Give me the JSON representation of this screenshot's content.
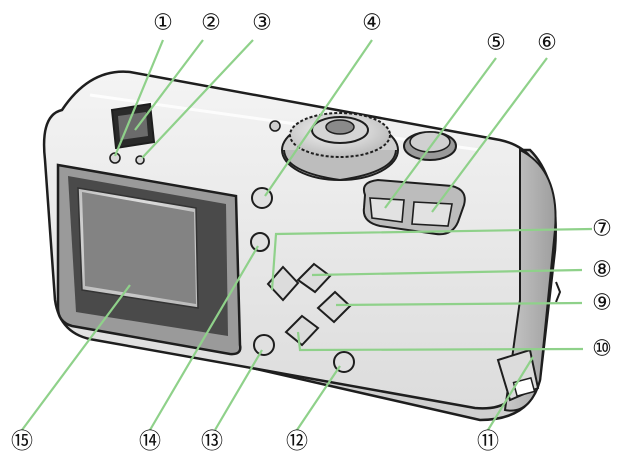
{
  "callouts": [
    {
      "label": "①"
    },
    {
      "label": "②"
    },
    {
      "label": "③"
    },
    {
      "label": "④"
    },
    {
      "label": "⑤"
    },
    {
      "label": "⑥"
    },
    {
      "label": "⑦"
    },
    {
      "label": "⑧"
    },
    {
      "label": "⑨"
    },
    {
      "label": "⑩"
    },
    {
      "label": "⑪"
    },
    {
      "label": "⑫"
    },
    {
      "label": "⑬"
    },
    {
      "label": "⑭"
    },
    {
      "label": "⑮"
    }
  ],
  "colors": {
    "leader": "#8fd18a",
    "body": "#e9e9e9",
    "outline": "#1e1e1e",
    "screen": "#7a7a7a"
  }
}
